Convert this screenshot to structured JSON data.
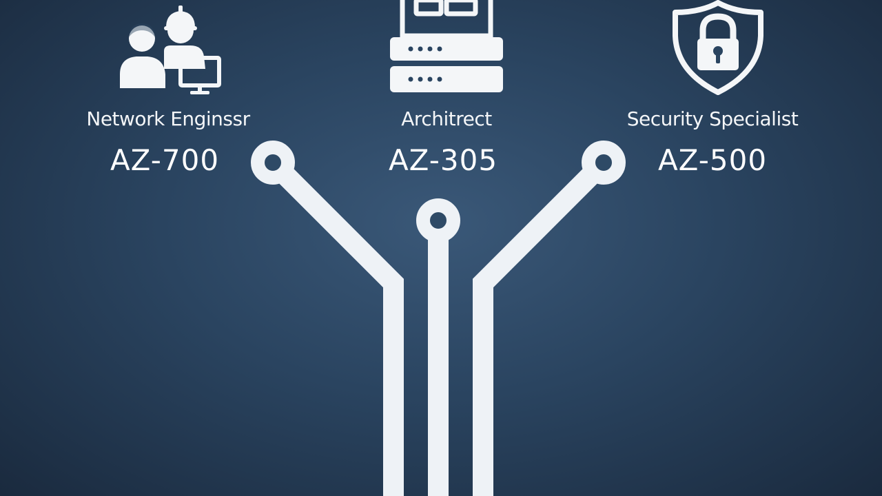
{
  "accent_color": "#f2f5f8",
  "background_color": "#2a4460",
  "paths": [
    {
      "role": "Network Enginssr",
      "cert": "AZ-700",
      "icon": "engineer-with-monitor-icon"
    },
    {
      "role": "Architrect",
      "cert": "AZ-305",
      "icon": "server-rack-icon"
    },
    {
      "role": "Security Specialist",
      "cert": "AZ-500",
      "icon": "shield-lock-icon"
    }
  ]
}
